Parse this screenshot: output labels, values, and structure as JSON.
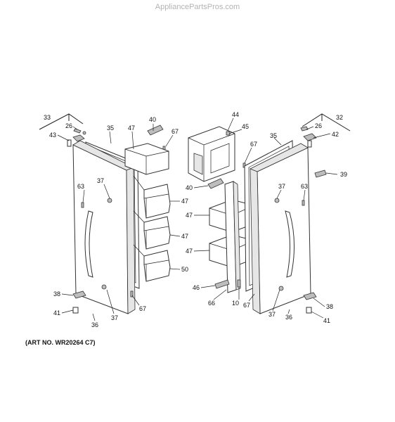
{
  "watermark": "AppliancePartsPros.com",
  "art_number": "(ART NO. WR20264 C7)",
  "callouts": {
    "c33": "33",
    "c26a": "26",
    "c43": "43",
    "c35a": "35",
    "c47a": "47",
    "c40a": "40",
    "c67a": "67",
    "c44": "44",
    "c45": "45",
    "c67b": "67",
    "c35b": "35",
    "c26b": "26",
    "c32": "32",
    "c42": "42",
    "c39": "39",
    "c63a": "63",
    "c37a": "37",
    "c47b": "47",
    "c47c": "47",
    "c50": "50",
    "c38a": "38",
    "c41a": "41",
    "c36a": "36",
    "c37b": "37",
    "c67c": "67",
    "c40b": "40",
    "c47d": "47",
    "c47e": "47",
    "c46": "46",
    "c66": "66",
    "c10": "10",
    "c67d": "67",
    "c37c": "37",
    "c63b": "63",
    "c37d": "37",
    "c36b": "36",
    "c38b": "38",
    "c41b": "41"
  }
}
